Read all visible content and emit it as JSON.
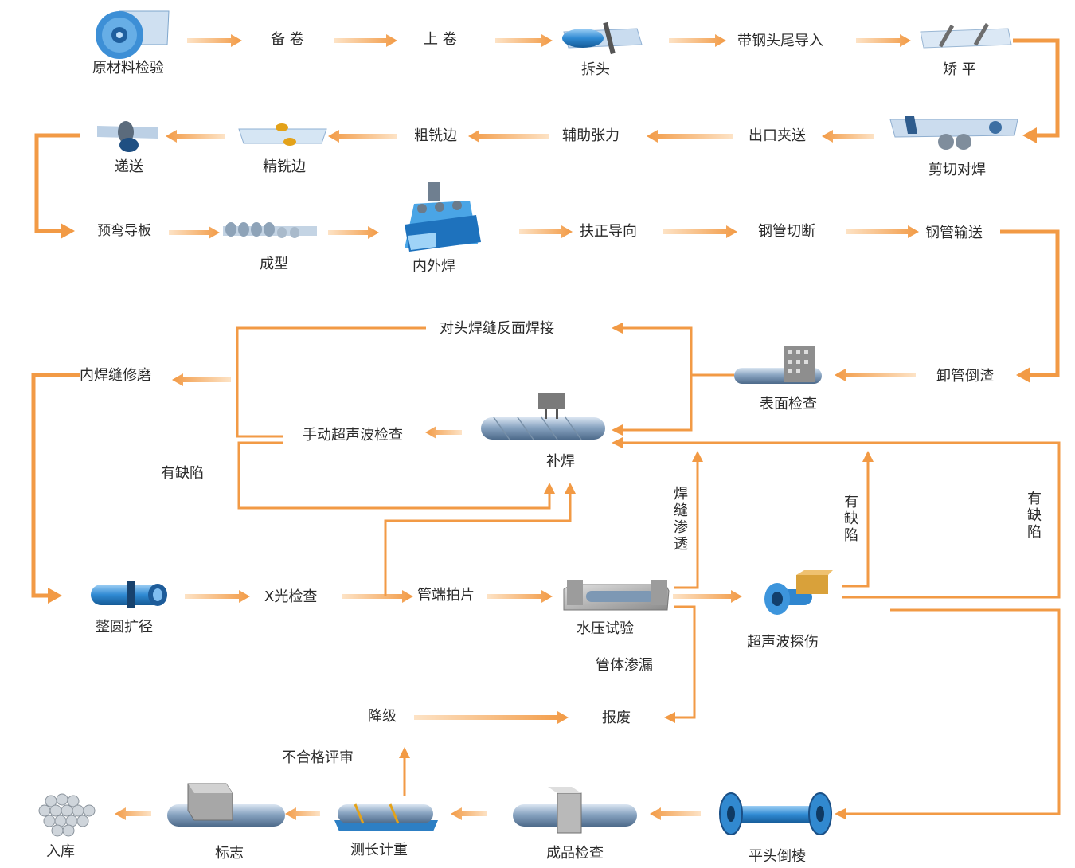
{
  "colors": {
    "arrow": "#f29a45",
    "arrow_light": "#f9c590",
    "steel": "#4e8fce",
    "steel_dark": "#22507f",
    "steel_light": "#c9dcef",
    "grey": "#8c8c8c",
    "text": "#2b2b2b"
  },
  "steps": {
    "raw_inspection": "原材料检验",
    "prepare_coil": "备 卷",
    "load_coil": "上 卷",
    "unhead": "拆头",
    "lead_in": "带钢头尾导入",
    "leveling": "矫  平",
    "shear_weld": "剪切对焊",
    "exit_pinch": "出口夹送",
    "aux_tension": "辅助张力",
    "rough_mill": "粗铣边",
    "fine_mill": "精铣边",
    "feeding": "递送",
    "prebend": "预弯导板",
    "forming": "成型",
    "in_out_weld": "内外焊",
    "alignment": "扶正导向",
    "cut_off": "钢管切断",
    "conveying": "钢管输送",
    "unload": "卸管倒渣",
    "surface_check": "表面检查",
    "back_weld": "对头焊缝反面焊接",
    "inner_grind": "内焊缝修磨",
    "manual_ut": "手动超声波检查",
    "repair_weld": "补焊",
    "defect_1": "有缺陷",
    "expand": "整圆扩径",
    "xray": "X光检查",
    "end_film": "管端拍片",
    "hydro": "水压试验",
    "seam_leak": "焊缝渗透",
    "ut_scan": "超声波探伤",
    "defect_2": "有缺陷",
    "defect_3": "有缺陷",
    "body_leak": "管体渗漏",
    "downgrade": "降级",
    "scrap": "报废",
    "nc_review": "不合格评审",
    "storage": "入库",
    "marking": "标志",
    "measure": "测长计重",
    "final_check": "成品检查",
    "bevel": "平头倒棱"
  },
  "icons": [
    "coil-icon",
    "uncoiler-icon",
    "leveler-icon",
    "shear-welder-icon",
    "fine-mill-icon",
    "feed-roll-icon",
    "forming-rolls-icon",
    "welding-machine-icon",
    "inspection-station-icon",
    "repair-weld-pipe-icon",
    "expander-icon",
    "hydro-tester-icon",
    "ut-tester-icon",
    "pipe-bundle-icon",
    "marking-pipe-icon",
    "measure-pipe-icon",
    "final-check-pipe-icon",
    "bevel-machine-icon"
  ]
}
